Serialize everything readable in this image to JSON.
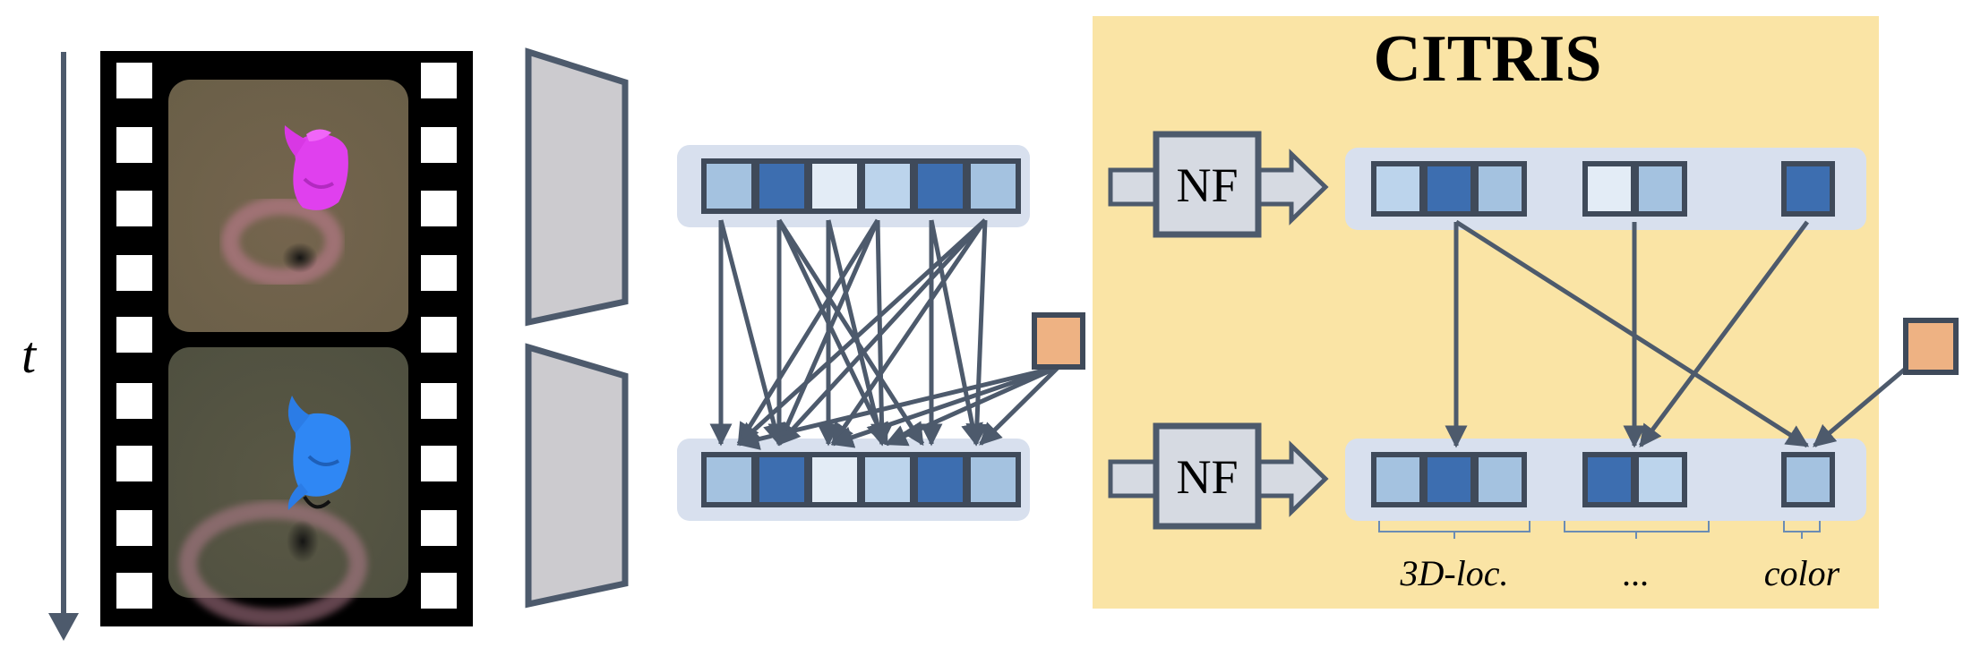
{
  "time_label": "t",
  "citris_title": "CITRIS",
  "encoder_labels": [
    "NF",
    "NF"
  ],
  "group_labels": [
    "3D-loc.",
    "...",
    "color"
  ],
  "colors": {
    "dark_block": "#3d6eb0",
    "mid_block": "#a4c2e0",
    "light_block": "#bcd4ec",
    "pale_block": "#e3ecf6",
    "block_border": "#3f4a5a",
    "row_background": "#d8e0ee",
    "citris_background": "#fae4a5",
    "intervention_block": "#eeb283",
    "arrow": "#4d5a6c",
    "encoder_fill": "#cccbcf",
    "nf_fill": "#d6dae2"
  },
  "image_contents": {
    "top_frame": "magenta teapot object with pink ring on olive background",
    "bottom_frame": "blue teapot object with pink ring on olive background"
  },
  "icons": [
    "film-strip-icon",
    "teapot-frame-icon",
    "encoder-trapezoid-icon",
    "intervention-square-icon"
  ]
}
